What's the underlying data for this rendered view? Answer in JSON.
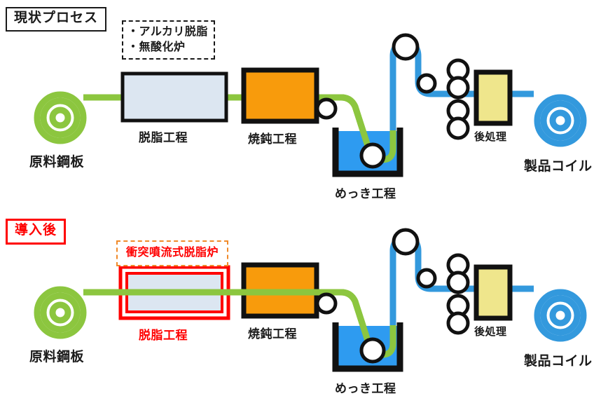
{
  "diagram": {
    "title_top": "現状プロセス",
    "title_bottom": "導入後",
    "accent_colors": {
      "strip_green": "#8CC63F",
      "strip_blue": "#3399DD",
      "anneal_orange": "#F89B0C",
      "bath_blue": "#2E9BF0",
      "degrease_fill": "#DCE6F1",
      "post_yellow": "#EFE68C",
      "outline_black": "#111111",
      "highlight_red": "#FF0000",
      "note_orange": "#F08A2A"
    },
    "rows": [
      {
        "id": "current-process",
        "badge": "現状プロセス",
        "badge_style": "black",
        "note": {
          "style": "black-dashed",
          "lines": [
            "・アルカリ脱脂",
            "・無酸化炉"
          ]
        },
        "stages": [
          {
            "id": "raw-coil",
            "label": "原料鋼板",
            "kind": "coil-green"
          },
          {
            "id": "degrease",
            "label": "脱脂工程",
            "kind": "box-lightblue"
          },
          {
            "id": "anneal",
            "label": "焼鈍工程",
            "kind": "box-orange"
          },
          {
            "id": "plating",
            "label": "めっき工程",
            "kind": "bath-blue"
          },
          {
            "id": "posttreat",
            "label": "後処理",
            "kind": "box-yellow"
          },
          {
            "id": "product-coil",
            "label": "製品コイル",
            "kind": "coil-blue"
          }
        ]
      },
      {
        "id": "after-introduction",
        "badge": "導入後",
        "badge_style": "red",
        "note": {
          "style": "orange-dashed",
          "lines": [
            "衝突噴流式脱脂炉"
          ]
        },
        "stages": [
          {
            "id": "raw-coil",
            "label": "原料鋼板",
            "kind": "coil-green"
          },
          {
            "id": "degrease",
            "label": "脱脂工程",
            "kind": "box-lightblue-red-outline",
            "highlight": true
          },
          {
            "id": "anneal",
            "label": "焼鈍工程",
            "kind": "box-orange"
          },
          {
            "id": "plating",
            "label": "めっき工程",
            "kind": "bath-blue"
          },
          {
            "id": "posttreat",
            "label": "後処理",
            "kind": "box-yellow"
          },
          {
            "id": "product-coil",
            "label": "製品コイル",
            "kind": "coil-blue"
          }
        ]
      }
    ]
  }
}
